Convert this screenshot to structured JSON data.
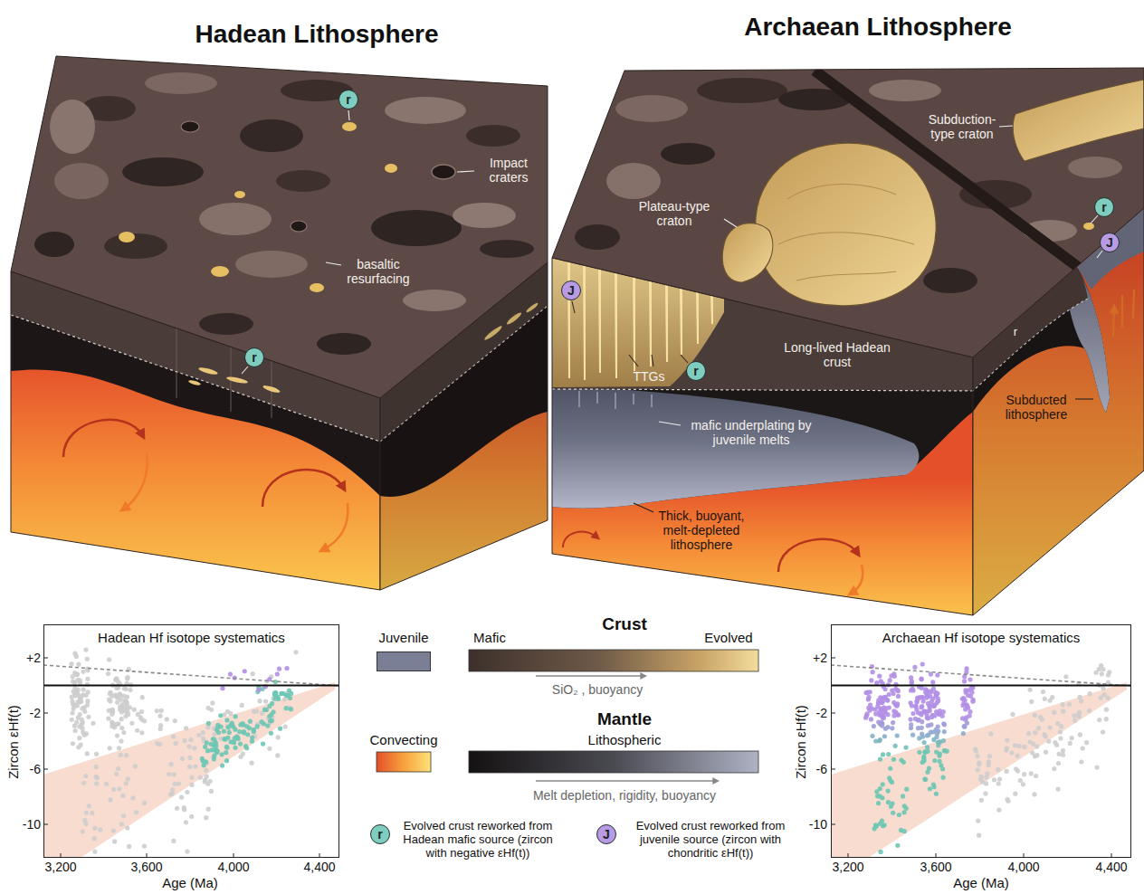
{
  "diagram": {
    "nodes": [
      {
        "text": [
          "r"
        ]
      },
      {
        "text": [
          "r"
        ]
      },
      {
        "text": [
          "r"
        ]
      },
      {
        "text": [
          "J"
        ]
      },
      {
        "text": [
          "J"
        ]
      },
      {
        "text": [
          "r"
        ]
      },
      {
        "text": [
          "Hadean Hf isotope systematics"
        ]
      },
      {
        "text": [
          "Archaean Hf isotope systematics"
        ]
      },
      {
        "text": [
          "r"
        ]
      },
      {
        "text": [
          "J"
        ]
      }
    ],
    "labels": [
      "Hadean Lithosphere",
      "Impact craters",
      "basaltic resurfacing",
      "Archaean Lithosphere",
      "Subduction-type craton",
      "Plateau-type craton",
      "Long-lived Hadean crust",
      "TTGs",
      "mafic underplating by juvenile melts",
      "r",
      "Subducted lithosphere",
      "Thick, buoyant, melt-depleted lithosphere",
      "+2",
      "-2",
      "-6",
      "-10",
      "3,200",
      "3,600",
      "4,000",
      "4,400",
      "Age (Ma)",
      "Zircon εHf(t)",
      "+2",
      "-2",
      "-6",
      "-10",
      "3,200",
      "3,600",
      "4,000",
      "4,400",
      "Age (Ma)",
      "Zircon εHf(t)",
      "Crust",
      "Mafic",
      "Evolved",
      "SiO₂ , buoyancy",
      "Mantle",
      "Lithospheric",
      "Melt depletion, rigidity, buoyancy"
    ],
    "legend": [
      {
        "text": "Juvenile",
        "color": "#7b7f95"
      },
      {
        "text": "Convecting"
      },
      {
        "text": "Evolved crust reworked from Hadean mafic source (zircon with negative εHf(t))"
      },
      {
        "text": "Evolved crust reworked from juvenile source (zircon with chondritic εHf(t))"
      }
    ]
  }
}
